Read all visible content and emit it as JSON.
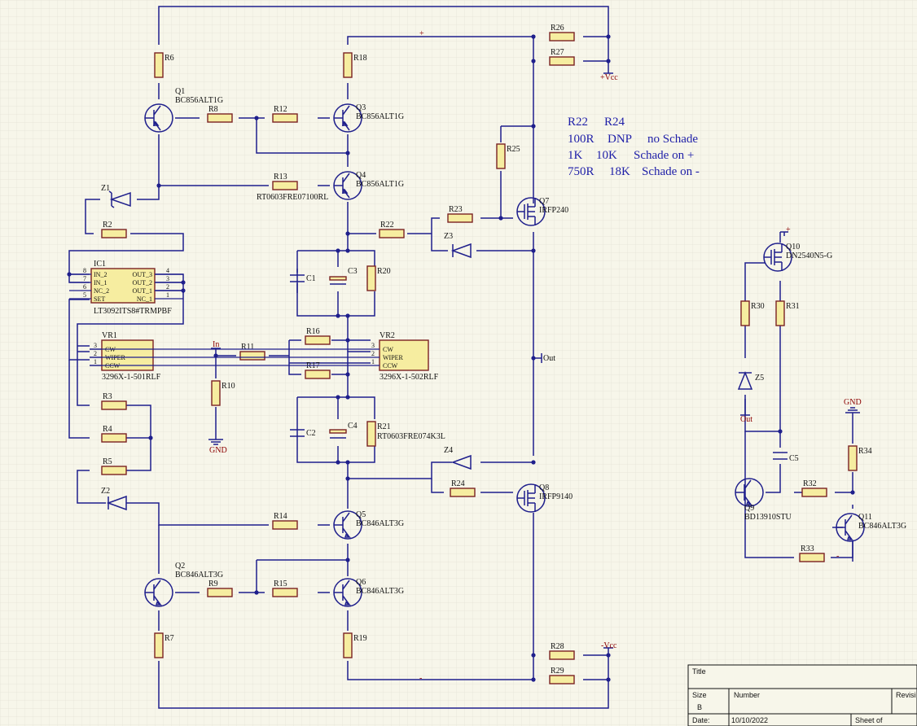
{
  "resistors": [
    {
      "ref": "R6"
    },
    {
      "ref": "R7"
    },
    {
      "ref": "R8"
    },
    {
      "ref": "R9"
    },
    {
      "ref": "R12"
    },
    {
      "ref": "R13",
      "value": "RT0603FRE07100RL"
    },
    {
      "ref": "R14"
    },
    {
      "ref": "R15"
    },
    {
      "ref": "R18"
    },
    {
      "ref": "R19"
    },
    {
      "ref": "R2"
    },
    {
      "ref": "R3"
    },
    {
      "ref": "R4"
    },
    {
      "ref": "R5"
    },
    {
      "ref": "R10"
    },
    {
      "ref": "R11"
    },
    {
      "ref": "R16"
    },
    {
      "ref": "R17"
    },
    {
      "ref": "R20"
    },
    {
      "ref": "R21",
      "value": "RT0603FRE074K3L"
    },
    {
      "ref": "R22"
    },
    {
      "ref": "R23"
    },
    {
      "ref": "R24"
    },
    {
      "ref": "R25"
    },
    {
      "ref": "R26"
    },
    {
      "ref": "R27"
    },
    {
      "ref": "R28"
    },
    {
      "ref": "R29"
    },
    {
      "ref": "R30"
    },
    {
      "ref": "R31"
    },
    {
      "ref": "R32"
    },
    {
      "ref": "R33"
    },
    {
      "ref": "R34"
    }
  ],
  "transistors": [
    {
      "ref": "Q1",
      "value": "BC856ALT1G"
    },
    {
      "ref": "Q2",
      "value": "BC846ALT3G"
    },
    {
      "ref": "Q3",
      "value": "BC856ALT1G"
    },
    {
      "ref": "Q4",
      "value": "BC856ALT1G"
    },
    {
      "ref": "Q5",
      "value": "BC846ALT3G"
    },
    {
      "ref": "Q6",
      "value": "BC846ALT3G"
    },
    {
      "ref": "Q7",
      "value": "IRFP240"
    },
    {
      "ref": "Q8",
      "value": "IRFP9140"
    },
    {
      "ref": "Q9",
      "value": "BD13910STU"
    },
    {
      "ref": "Q10",
      "value": "DN2540N5-G"
    },
    {
      "ref": "Q11",
      "value": "BC846ALT3G"
    }
  ],
  "capacitors": [
    {
      "ref": "C1"
    },
    {
      "ref": "C2"
    },
    {
      "ref": "C3"
    },
    {
      "ref": "C4"
    },
    {
      "ref": "C5"
    }
  ],
  "zeners": [
    {
      "ref": "Z1"
    },
    {
      "ref": "Z2"
    },
    {
      "ref": "Z3"
    },
    {
      "ref": "Z4"
    },
    {
      "ref": "Z5"
    }
  ],
  "ic1": {
    "ref": "IC1",
    "value": "LT3092ITS8#TRMPBF",
    "left_pins": [
      "IN_2",
      "IN_1",
      "NC_2",
      "SET"
    ],
    "left_nums": [
      "8",
      "7",
      "6",
      "5"
    ],
    "right_pins": [
      "OUT_3",
      "OUT_2",
      "OUT_1",
      "NC_1"
    ],
    "right_nums": [
      "4",
      "3",
      "2",
      "1"
    ]
  },
  "vr1": {
    "ref": "VR1",
    "value": "3296X-1-501RLF",
    "pins": [
      "CW",
      "WIPER",
      "CCW"
    ],
    "nums": [
      "3",
      "2",
      "1"
    ]
  },
  "vr2": {
    "ref": "VR2",
    "value": "3296X-1-502RLF",
    "pins": [
      "CW",
      "WIPER",
      "CCW"
    ],
    "nums": [
      "3",
      "2",
      "1"
    ]
  },
  "ports": {
    "vcc_pos": "+Vcc",
    "vcc_neg": "-Vcc",
    "in": "In",
    "gnd": "GND",
    "out": "Out",
    "plus": "+",
    "minus": "-"
  },
  "note": {
    "header": [
      "R22",
      "R24"
    ],
    "rows": [
      [
        "100R",
        "DNP",
        "no Schade"
      ],
      [
        "1K",
        "10K",
        "Schade on +"
      ],
      [
        "750R",
        "18K",
        "Schade on -"
      ]
    ]
  },
  "title_block": {
    "title_label": "Title",
    "size_label": "Size",
    "size_value": "B",
    "number_label": "Number",
    "revision_label": "Revisi",
    "date_label": "Date:",
    "date_value": "10/10/2022",
    "sheet_label": "Sheet",
    "of_label": "of"
  },
  "colors": {
    "wire": "#1f1f8c",
    "body_fill": "#f6eda0",
    "body_stroke": "#7a2222",
    "note_text": "#1f1fa8",
    "power_text": "#8b0000",
    "grid": "#e3e2d6"
  }
}
